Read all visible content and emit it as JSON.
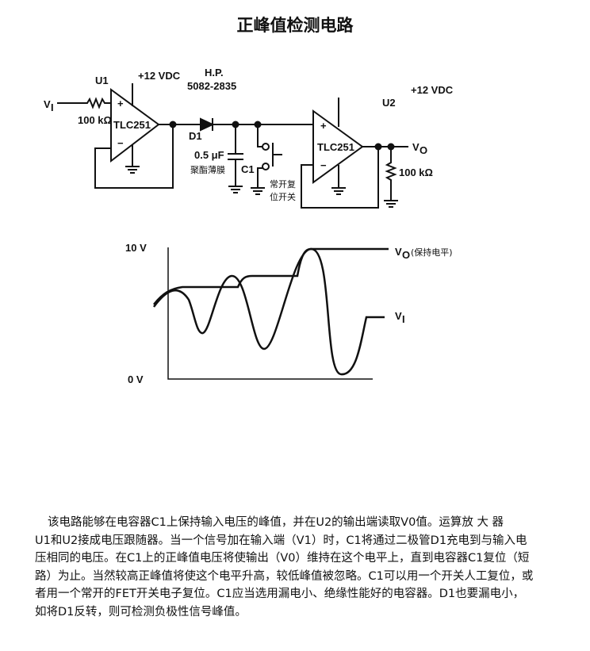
{
  "title": "正峰值检测电路",
  "circuit": {
    "u1": "U1",
    "u2": "U2",
    "vcc1": "+12 VDC",
    "vcc2": "+12 VDC",
    "vi": "V",
    "vi_sub": "I",
    "r1": "100 kΩ",
    "op1": "TLC251",
    "op2": "TLC251",
    "plus": "+",
    "minus": "−",
    "diode_mfr": "H.P.",
    "diode_part": "5082-2835",
    "d1": "D1",
    "cap_value": "0.5 μF",
    "cap_type": "聚酯薄膜",
    "c1": "C1",
    "switch_line1": "常开复",
    "switch_line2": "位开关",
    "vo": "V",
    "vo_sub": "O",
    "r2": "100 kΩ"
  },
  "waveform": {
    "y_top_label": "10 V",
    "y_bottom_label": "0 V",
    "vo_label": "V",
    "vo_sub": "O",
    "vo_note": "(保持电平)",
    "vi_label": "V",
    "vi_sub": "I"
  },
  "body": [
    "该电路能够在电容器C1上保持输入电压的峰值，并在U2的输出端读取V0值。运算放 大 器",
    "U1和U2接成电压跟随器。当一个信号加在输入端（V1）时，C1将通过二极管D1充电到与输入电",
    "压相同的电压。在C1上的正峰值电压将使输出（V0）维持在这个电平上，直到电容器C1复位（短",
    "路）为止。当然较高正峰值将使这个电平升高，较低峰值被忽略。C1可以用一个开关人工复位，或",
    "者用一个常开的FET开关电子复位。C1应当选用漏电小、绝缘性能好的电容器。D1也要漏电小，",
    "如将D1反转，则可检测负极性信号峰值。"
  ]
}
